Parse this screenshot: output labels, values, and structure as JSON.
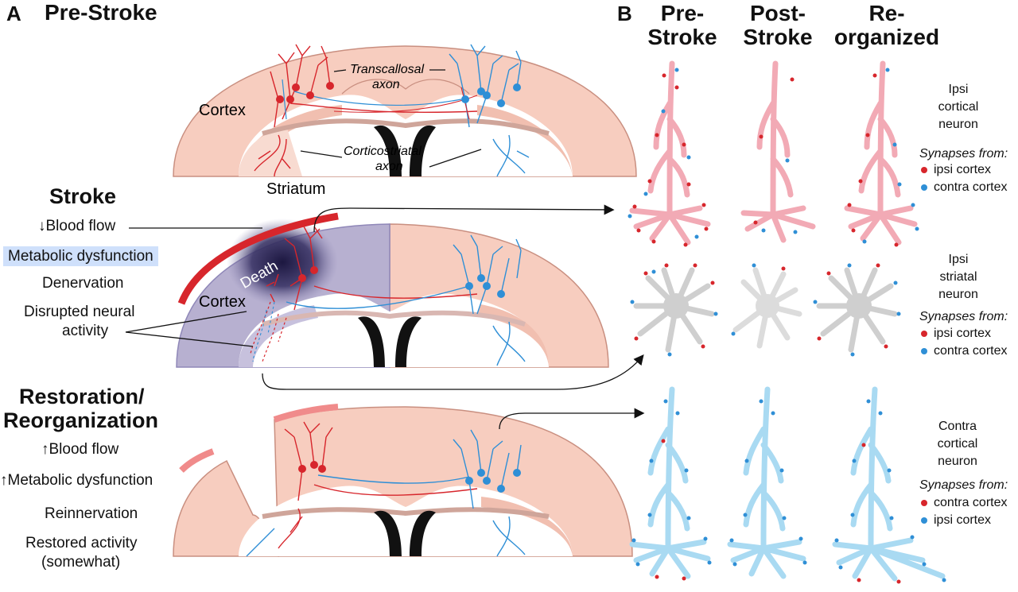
{
  "panel_a": {
    "letter": "A",
    "title": "Pre-Stroke",
    "labels": {
      "transcallosal_1": "Transcallosal",
      "transcallosal_2": "axon",
      "corticostriatal_1": "Corticostriatal",
      "corticostriatal_2": "axon",
      "cortex_top": "Cortex",
      "striatum": "Striatum",
      "cortex_mid": "Cortex",
      "death": "Death"
    },
    "stroke": {
      "title": "Stroke",
      "items": [
        "Blood flow",
        "Metabolic dysfunction",
        "Denervation",
        "Disrupted neural",
        "activity"
      ]
    },
    "restoration": {
      "title_1": "Restoration/",
      "title_2": "Reorganization",
      "items": [
        "Blood flow",
        "Metabolic dysfunction",
        "Reinnervation",
        "Restored activity",
        "(somewhat)"
      ]
    }
  },
  "panel_b": {
    "letter": "B",
    "columns": [
      {
        "line1": "Pre-",
        "line2": "Stroke"
      },
      {
        "line1": "Post-",
        "line2": "Stroke"
      },
      {
        "line1": "Re-",
        "line2": "organized"
      }
    ],
    "rows": [
      {
        "neuron_1": "Ipsi",
        "neuron_2": "cortical",
        "neuron_3": "neuron",
        "synapses_title": "Synapses from:",
        "legend": [
          "ipsi cortex",
          "contra cortex"
        ]
      },
      {
        "neuron_1": "Ipsi",
        "neuron_2": "striatal",
        "neuron_3": "neuron",
        "synapses_title": "Synapses from:",
        "legend": [
          "ipsi cortex",
          "contra cortex"
        ]
      },
      {
        "neuron_1": "Contra",
        "neuron_2": "cortical",
        "neuron_3": "neuron",
        "synapses_title": "Synapses from:",
        "legend": [
          "contra cortex",
          "ipsi cortex"
        ]
      }
    ]
  },
  "colors": {
    "ipsi_red": "#d7262c",
    "contra_blue": "#2f8fd6",
    "cortex_fill": "#f7cdbf",
    "stroke_purple": "#7f76a8",
    "highlight": "#cfe0fb"
  }
}
